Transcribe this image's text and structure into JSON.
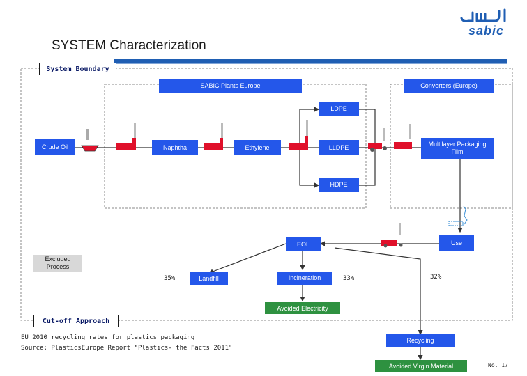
{
  "header": {
    "title": "SYSTEM Characterization",
    "logo_text": "sabic"
  },
  "labels": {
    "system_boundary": "System Boundary",
    "sabic_plants": "SABIC Plants Europe",
    "converters": "Converters (Europe)",
    "crude_oil": "Crude Oil",
    "naphtha": "Naphtha",
    "ethylene": "Ethylene",
    "ldpe": "LDPE",
    "lldpe": "LLDPE",
    "hdpe": "HDPE",
    "multilayer": "Multilayer Packaging Film",
    "use": "Use",
    "eol": "EOL",
    "excluded": "Excluded Process",
    "landfill": "Landfill",
    "incineration": "Incineration",
    "avoided_electricity": "Avoided Electricity",
    "recycling": "Recycling",
    "avoided_virgin": "Avoided Virgin Material",
    "cutoff": "Cut-off Approach"
  },
  "percentages": {
    "landfill": "35%",
    "incineration": "33%",
    "recycling": "32%"
  },
  "notes": {
    "eu_rates": "EU 2010 recycling rates for plastics packaging",
    "source": "Source: PlasticsEurope Report \"Plastics- the Facts 2011\""
  },
  "footer": {
    "page_number": "No. 17"
  },
  "colors": {
    "process_box": "#2457ea",
    "end_box": "#2e9140",
    "excluded_box": "#d8d8d8",
    "factory": "#e0102a",
    "title_rule": "#1f5eb3"
  }
}
